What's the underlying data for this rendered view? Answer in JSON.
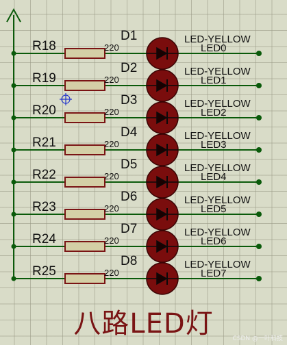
{
  "rows": [
    {
      "resistor": "R18",
      "value": "220",
      "diode": "D1",
      "type": "LED-YELLOW",
      "net": "LED0"
    },
    {
      "resistor": "R19",
      "value": "220",
      "diode": "D2",
      "type": "LED-YELLOW",
      "net": "LED1"
    },
    {
      "resistor": "R20",
      "value": "220",
      "diode": "D3",
      "type": "LED-YELLOW",
      "net": "LED2"
    },
    {
      "resistor": "R21",
      "value": "220",
      "diode": "D4",
      "type": "LED-YELLOW",
      "net": "LED3"
    },
    {
      "resistor": "R22",
      "value": "220",
      "diode": "D5",
      "type": "LED-YELLOW",
      "net": "LED4"
    },
    {
      "resistor": "R23",
      "value": "220",
      "diode": "D6",
      "type": "LED-YELLOW",
      "net": "LED5"
    },
    {
      "resistor": "R24",
      "value": "220",
      "diode": "D7",
      "type": "LED-YELLOW",
      "net": "LED6"
    },
    {
      "resistor": "R25",
      "value": "220",
      "diode": "D8",
      "type": "LED-YELLOW",
      "net": "LED7"
    }
  ],
  "title": "八路LED灯",
  "watermark": "CSDN @一叶科技",
  "colors": {
    "wire": "#0a5a0a",
    "resistor": "#7a1414",
    "resistor_fill": "#d4cfa6",
    "led_fill": "#7a0d0d",
    "title": "#7a1414"
  }
}
